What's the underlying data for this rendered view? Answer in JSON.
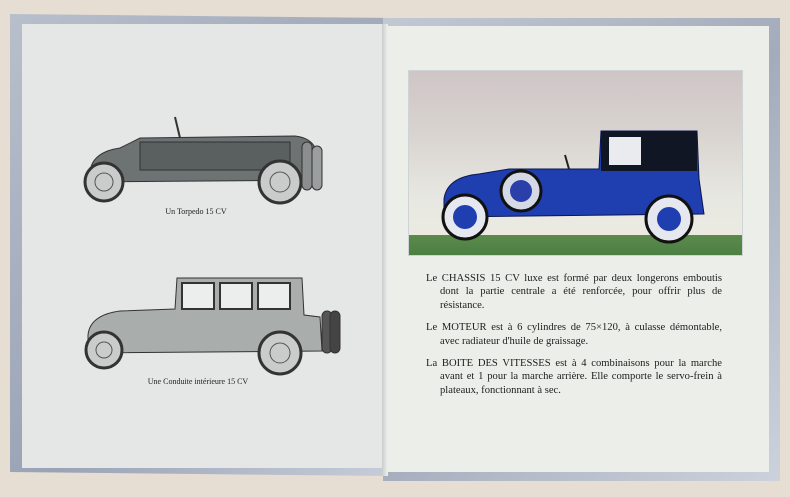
{
  "left_page": {
    "captions": [
      "Un Torpedo 15 CV",
      "Une Conduite intérieure 15 CV"
    ]
  },
  "right_page": {
    "paragraphs": [
      "Le CHASSIS 15 CV luxe est formé par deux longerons emboutis dont la partie centrale a été renforcée, pour offrir plus de résistance.",
      "Le MOTEUR est à 6 cylindres de 75×120, à culasse démontable, avec radiateur d'huile de graissage.",
      "La BOITE DES VITESSES est à 4 combinaisons pour la marche avant et 1 pour la marche arrière. Elle comporte le servo-frein à plateaux, fonctionnant à sec."
    ]
  },
  "colors": {
    "car_blue": "#1f3fb0",
    "grass": "#4f8245",
    "page": "#eceee9"
  }
}
